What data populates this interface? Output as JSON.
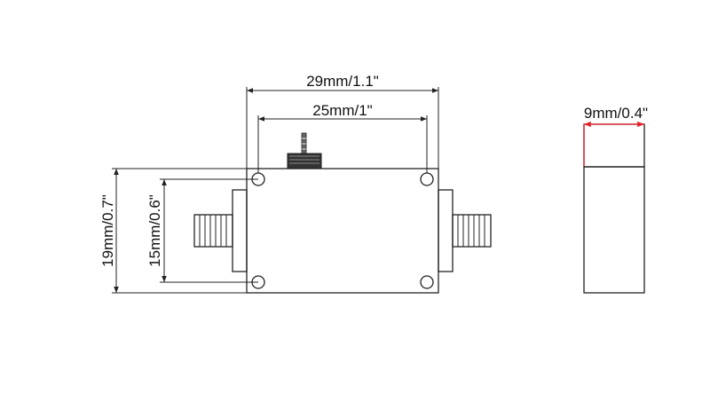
{
  "dimensions": {
    "overall_length": "29mm/1.1\"",
    "hole_spacing_length": "25mm/1\"",
    "overall_height": "19mm/0.7\"",
    "hole_spacing_height": "15mm/0.6\"",
    "side_width": "9mm/0.4\""
  },
  "colors": {
    "line": "#222222",
    "highlight": "#e8202a",
    "fill_dark": "#333333"
  }
}
